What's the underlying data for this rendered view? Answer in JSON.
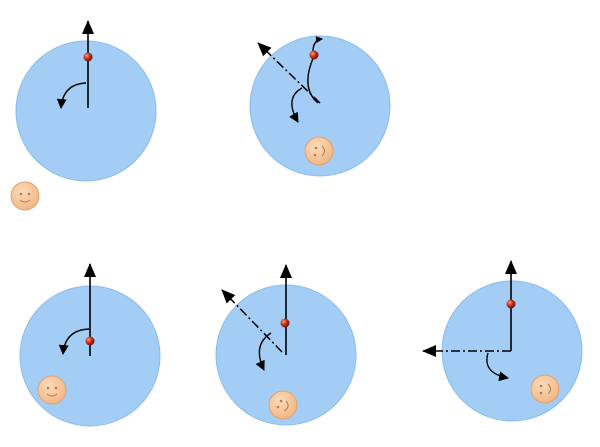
{
  "colors": {
    "disk_fill": "#a3cdf5",
    "disk_stroke": "#8bbcea",
    "arrow": "#000000",
    "ball_fill": "#d03a22",
    "ball_dark": "#7a150a",
    "face_fill": "#f6c79c",
    "face_stroke": "#e0a472",
    "face_feature": "#b97a4a"
  },
  "panels": [
    {
      "id": "panel-1",
      "observer": "outside",
      "dashed_ray": false,
      "ball_curved_path": false
    },
    {
      "id": "panel-2",
      "observer": "on-disk",
      "dashed_ray": true,
      "ball_curved_path": true
    },
    {
      "id": "panel-3",
      "observer": "on-disk",
      "dashed_ray": false,
      "ball_curved_path": false
    },
    {
      "id": "panel-4",
      "observer": "on-disk",
      "dashed_ray": true,
      "ball_curved_path": false
    },
    {
      "id": "panel-5",
      "observer": "on-disk",
      "dashed_ray": true,
      "ball_curved_path": false
    }
  ]
}
